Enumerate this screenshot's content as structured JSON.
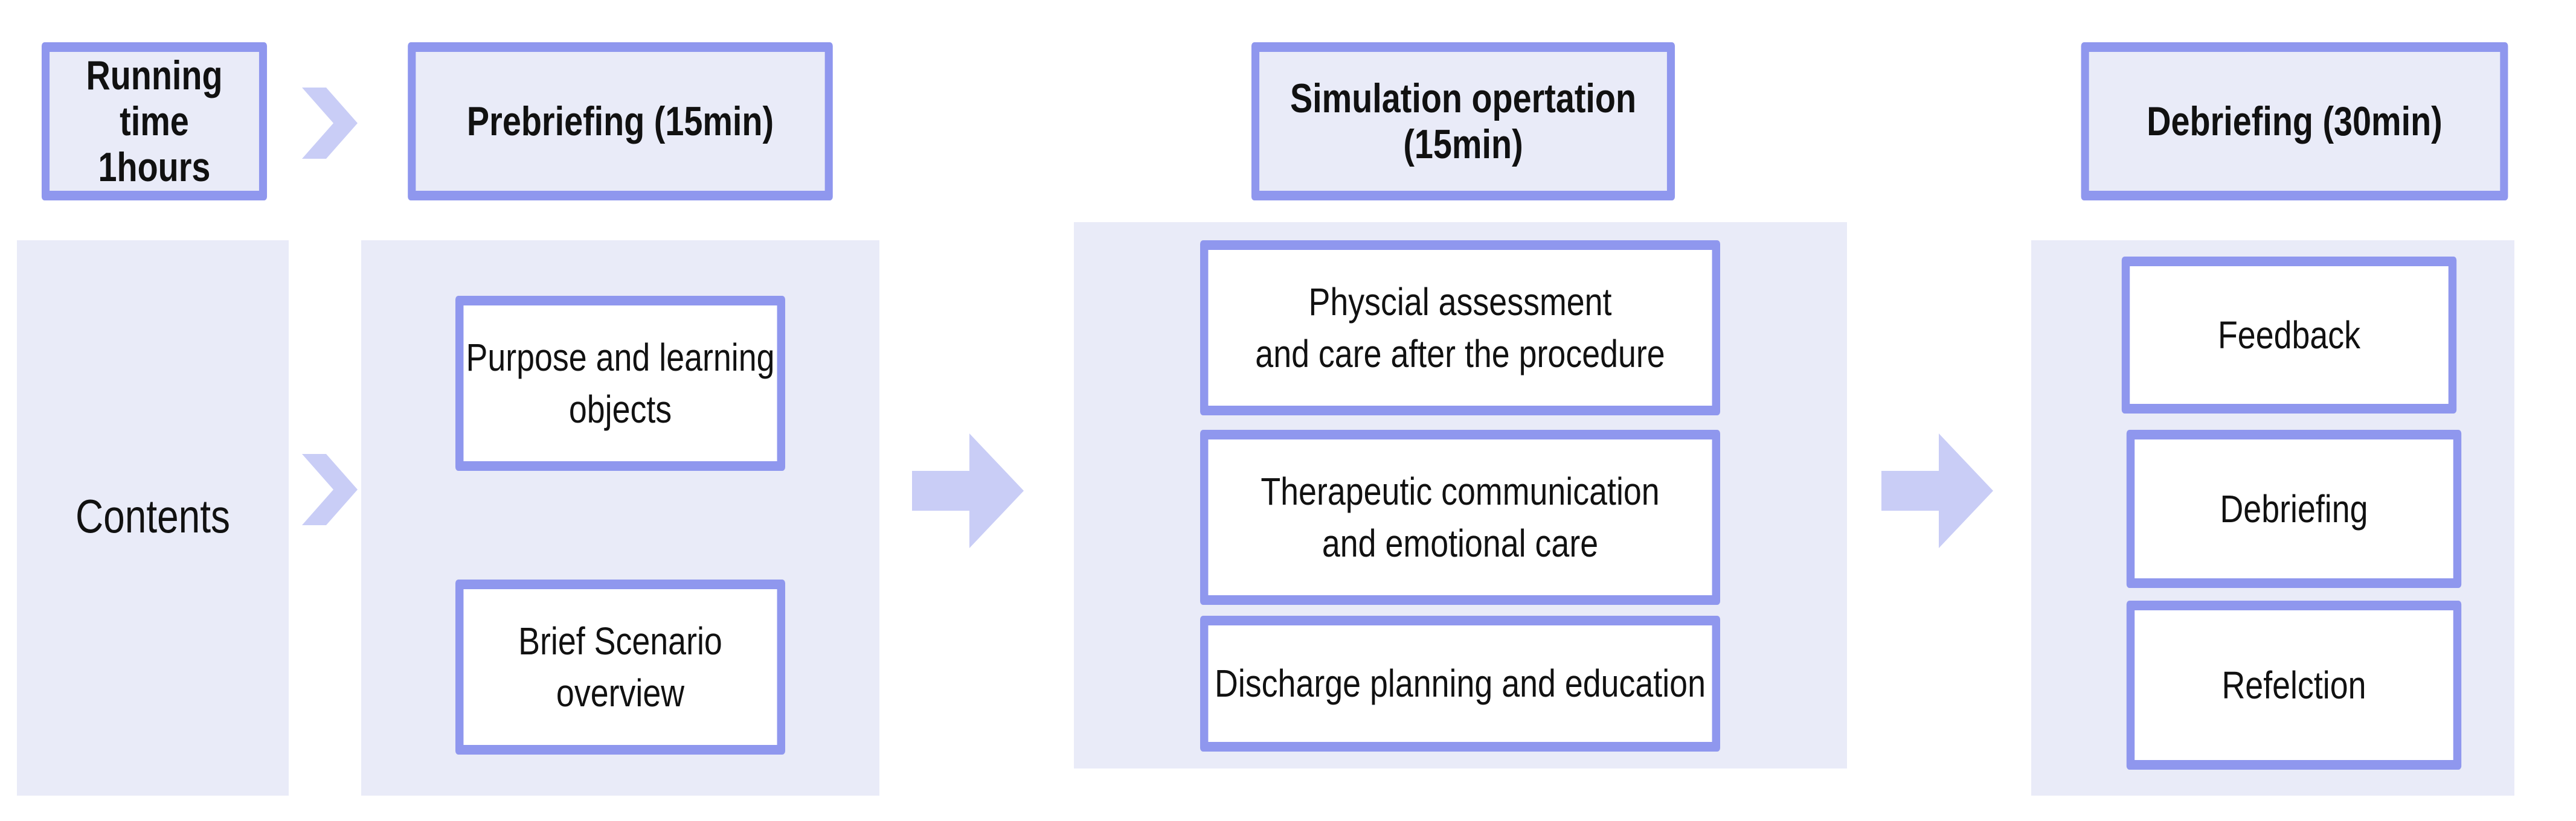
{
  "header": {
    "running_time_line1": "Running time",
    "running_time_line2": "1hours",
    "prebriefing": "Prebriefing (15min)",
    "simulation": "Simulation opertation (15min)",
    "debriefing": "Debriefing (30min)"
  },
  "row_label": {
    "contents": "Contents"
  },
  "prebriefing_items": [
    "Purpose and learning\nobjects",
    "Brief  Scenario overview"
  ],
  "simulation_items": [
    "Physcial assessment\nand care after the procedure",
    "Therapeutic communication\nand emotional care",
    "Discharge planning and education"
  ],
  "debriefing_items": [
    "Feedback",
    "Debriefing",
    "Refelction"
  ],
  "colors": {
    "border": "#8f97ee",
    "fill": "#e9ebf8",
    "arrow": "#c9cdf6"
  }
}
